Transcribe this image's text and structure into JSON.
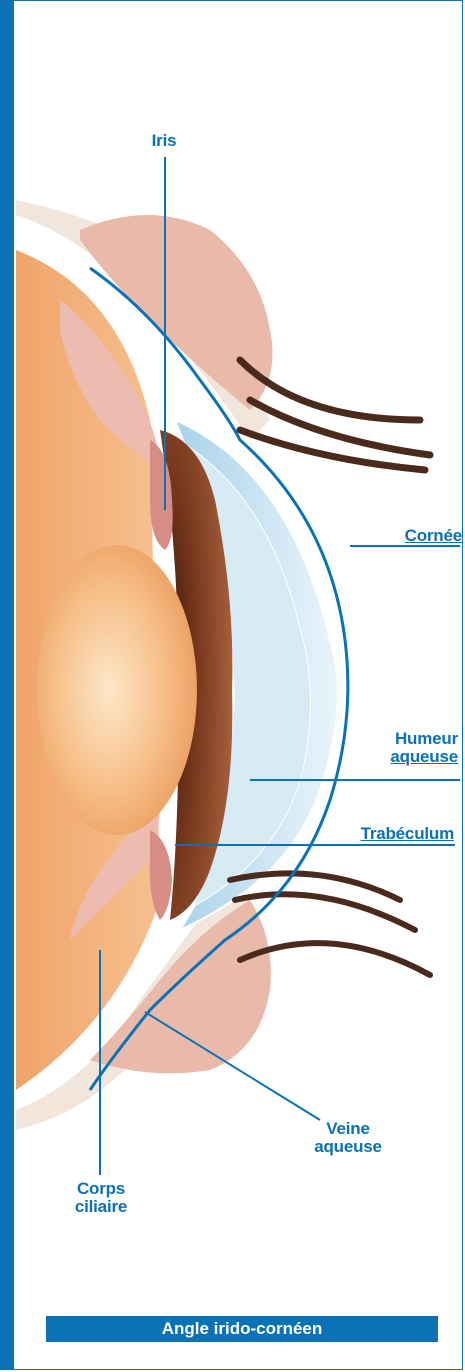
{
  "labels": {
    "iris": "Iris",
    "cornee": "Cornée",
    "humeur_line1": "Humeur",
    "humeur_line2": "aqueuse",
    "trabeculum": "Trabéculum",
    "veine_line1": "Veine",
    "veine_line2": "aqueuse",
    "corps_line1": "Corps",
    "corps_line2": "ciliaire"
  },
  "caption": "Angle irido-cornéen",
  "colors": {
    "accent": "#0b72b5",
    "lens": "#f3b27a",
    "iris": "#7a3b22",
    "sclera": "#f5ece4",
    "cornea": "#cfe6f2",
    "tissue": "#e9b9a9"
  }
}
